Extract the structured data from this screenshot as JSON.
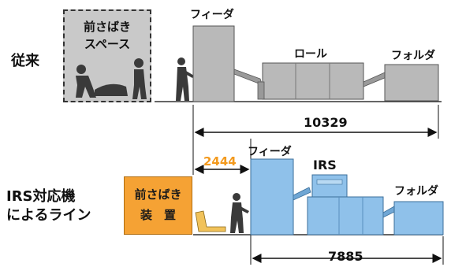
{
  "rows": {
    "conventional": "従来",
    "irs_line_1": "IRS対応機",
    "irs_line_2": "によるライン"
  },
  "top_line": {
    "prep_space_line1": "前さばき",
    "prep_space_line2": "スペース",
    "feeder": "フィーダ",
    "roll": "ロール",
    "folder": "フォルダ",
    "length": "10329"
  },
  "bottom_line": {
    "prep_device_line1": "前さばき",
    "prep_device_line2": "装　置",
    "gap": "2444",
    "feeder": "フィーダ",
    "irs": "IRS",
    "folder": "フォルダ",
    "length": "7885"
  },
  "colors": {
    "gray_machine": "#b9b9b9",
    "blue_machine": "#8fc1ea",
    "orange_device": "#f5a234",
    "orange_text": "#f39a1e"
  }
}
